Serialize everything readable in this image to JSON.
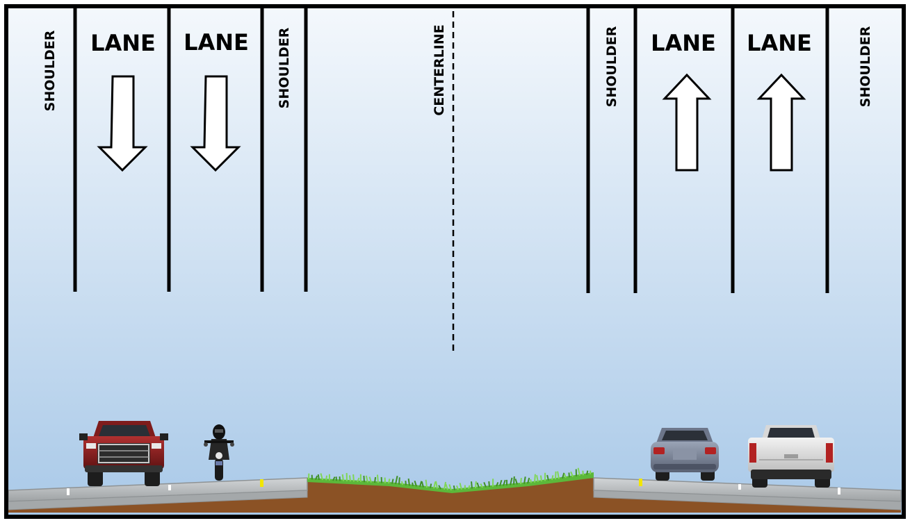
{
  "labels": {
    "shoulder": "SHOULDER",
    "lane": "LANE",
    "centerline": "CENTERLINE"
  },
  "colors": {
    "sky_top": "#f4f8fc",
    "sky_bottom": "#a9c9e8",
    "line": "#000000",
    "arrow_fill": "#ffffff",
    "pavement": "#b8bcbe",
    "pavement_edge": "#8e9294",
    "dirt": "#8b5225",
    "grass": "#5cb83a",
    "edge_mark_yellow": "#f2e600",
    "edge_mark_white": "#ffffff"
  },
  "diagram": {
    "left_roadway": {
      "direction": "down",
      "sections": [
        "shoulder",
        "lane",
        "lane",
        "shoulder"
      ],
      "vehicles": [
        "pickup-truck-front",
        "motorcycle-front"
      ]
    },
    "median": {
      "type": "grass-swale",
      "centerline": "dashed"
    },
    "right_roadway": {
      "direction": "up",
      "sections": [
        "shoulder",
        "lane",
        "lane",
        "shoulder"
      ],
      "vehicles": [
        "sedan-rear",
        "pickup-truck-rear"
      ]
    }
  }
}
